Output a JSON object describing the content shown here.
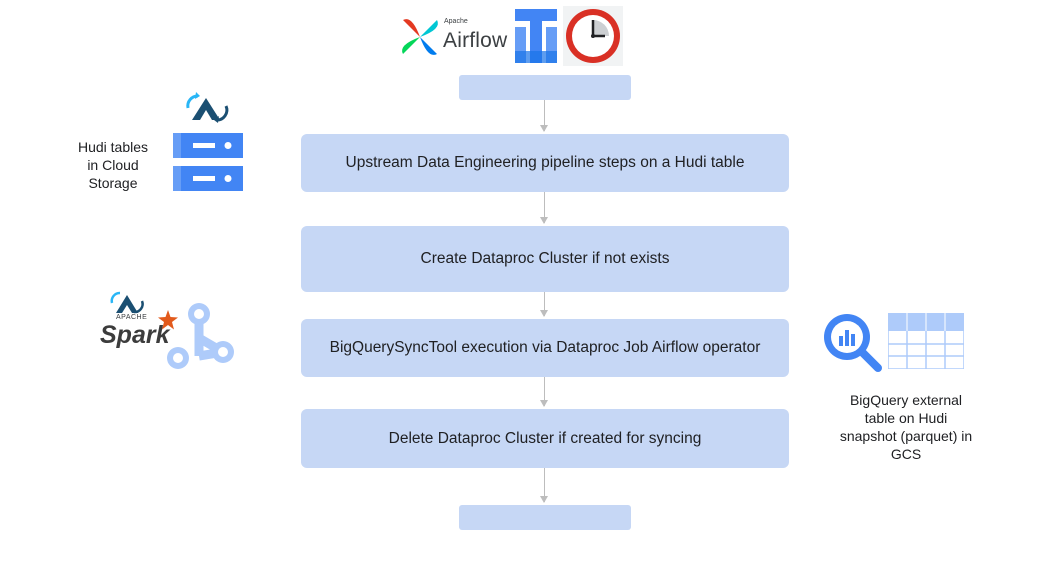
{
  "top_logos": {
    "airflow_small": "Apache",
    "airflow_name": "Airflow"
  },
  "steps": [
    {
      "label": "Upstream Data Engineering pipeline steps on a Hudi table"
    },
    {
      "label": "Create Dataproc Cluster if not exists"
    },
    {
      "label": "BigQuerySyncTool execution via Dataproc Job Airflow operator"
    },
    {
      "label": "Delete Dataproc Cluster if created for syncing"
    }
  ],
  "left_storage": {
    "label_line1": "Hudi tables",
    "label_line2": "in Cloud",
    "label_line3": "Storage"
  },
  "spark_logo": {
    "apache": "APACHE",
    "name": "Spark"
  },
  "right_bigquery": {
    "label_line1": "BigQuery external",
    "label_line2": "table on Hudi",
    "label_line3": "snapshot (parquet) in",
    "label_line4": "GCS"
  },
  "colors": {
    "box_fill": "#c6d7f5",
    "arrow": "#bdbdbd",
    "google_blue": "#4285f4",
    "hudi_navy": "#1b4f72",
    "clock_red": "#d93025"
  }
}
